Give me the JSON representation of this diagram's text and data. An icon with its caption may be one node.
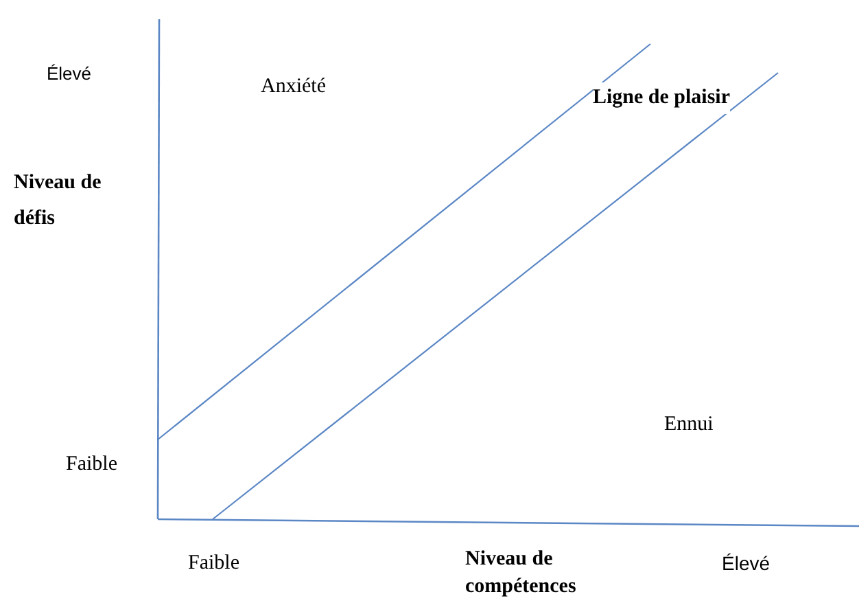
{
  "diagram": {
    "labels": [
      "Élevé",
      "Anxiété",
      "Ligne de plaisir",
      "Niveau de défis",
      "Ennui",
      "Faible",
      "Faible",
      "Niveau de compétences",
      "Élevé"
    ]
  }
}
